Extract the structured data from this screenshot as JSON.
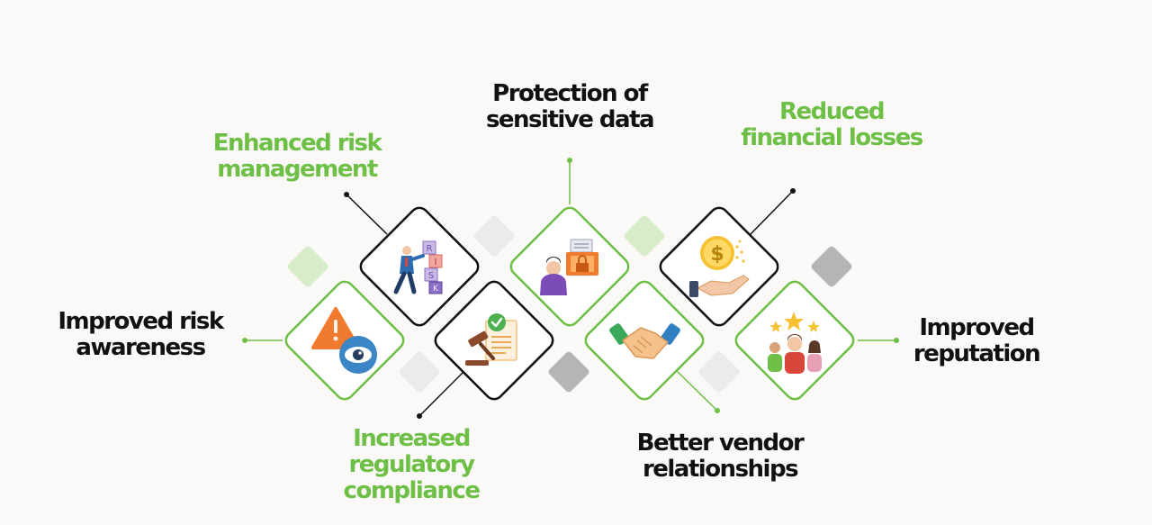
{
  "colors": {
    "accent_green": "#6dbf45",
    "dark_text": "#111111",
    "light_green_square": "#d7edc8",
    "light_gray_square": "#ebebeb",
    "dark_gray_square": "#b5b5b5",
    "background": "#faf9f7"
  },
  "benefits": [
    {
      "id": "risk-awareness",
      "lines": [
        "Improved risk",
        "awareness"
      ],
      "icon": "warning-eye-icon"
    },
    {
      "id": "risk-management",
      "lines": [
        "Enhanced risk",
        "management"
      ],
      "icon": "risk-blocks-icon"
    },
    {
      "id": "regulatory-compliance",
      "lines": [
        "Increased",
        "regulatory",
        "compliance"
      ],
      "icon": "gavel-document-icon"
    },
    {
      "id": "data-protection",
      "lines": [
        "Protection of",
        "sensitive data"
      ],
      "icon": "locked-folder-user-icon"
    },
    {
      "id": "vendor-relationships",
      "lines": [
        "Better vendor",
        "relationships"
      ],
      "icon": "handshake-icon"
    },
    {
      "id": "financial-losses",
      "lines": [
        "Reduced",
        "financial losses"
      ],
      "icon": "coin-hand-icon"
    },
    {
      "id": "reputation",
      "lines": [
        "Improved",
        "reputation"
      ],
      "icon": "people-stars-icon"
    }
  ]
}
